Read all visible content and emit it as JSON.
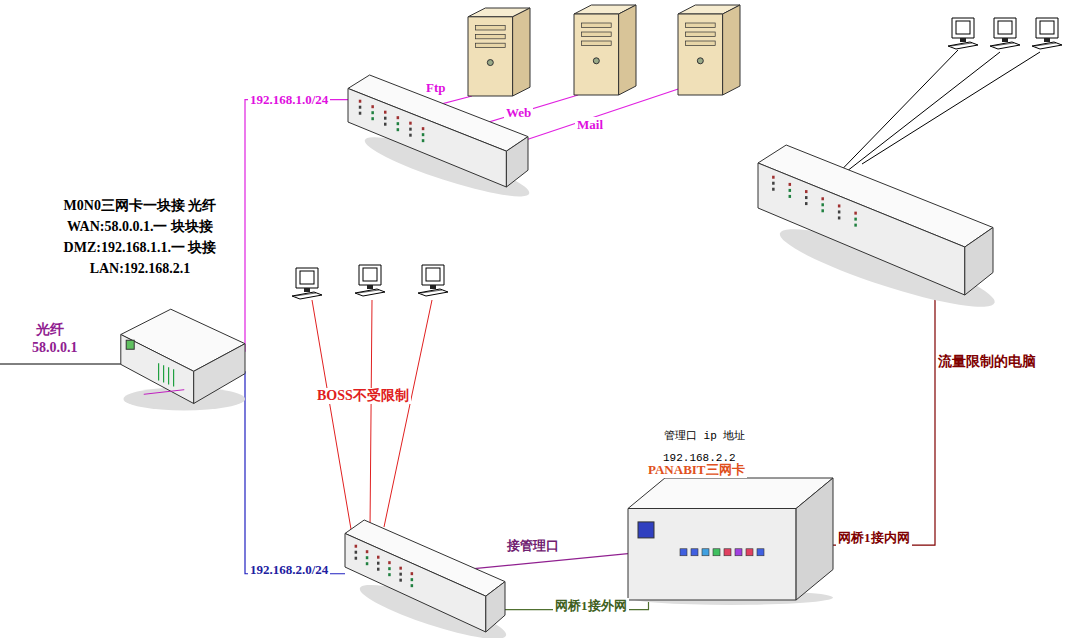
{
  "diagram": {
    "nodes": [
      {
        "text": [
          "M0N0三网卡一块接 光纤WAN:58.0.0.1.一 块块接 DMZ:192.168.1.1.一 块接LAN:192.168.2.1"
        ]
      },
      {
        "text": [
          "Ftp"
        ]
      },
      {
        "text": [
          "Web"
        ]
      },
      {
        "text": [
          "Mail"
        ]
      },
      {
        "text": []
      },
      {
        "text": []
      },
      {
        "text": []
      },
      {
        "text": [
          "管理口 ip 地址",
          "192.168.2.2",
          "PANABIT三网卡"
        ]
      }
    ],
    "edges": [
      {
        "from": 0,
        "to": 4,
        "arrow": "none",
        "label": "192.168.1.0/24"
      },
      {
        "from": 4,
        "to": 1,
        "arrow": "none"
      },
      {
        "from": 4,
        "to": 2,
        "arrow": "none"
      },
      {
        "from": 4,
        "to": 3,
        "arrow": "none"
      },
      {
        "from": 0,
        "to": 6,
        "arrow": "none",
        "label": "192.168.2.0/24"
      },
      {
        "from": 6,
        "to": 7,
        "arrow": "none",
        "label": "接管理口"
      },
      {
        "from": 6,
        "to": 7,
        "arrow": "none",
        "label": "网桥1接外网"
      },
      {
        "from": 7,
        "to": 5,
        "arrow": "none",
        "label": "网桥1接内网"
      }
    ],
    "labels": [
      "光纤",
      "58.0.0.1",
      "BOSS不受限制",
      "流量限制的电脑"
    ]
  }
}
